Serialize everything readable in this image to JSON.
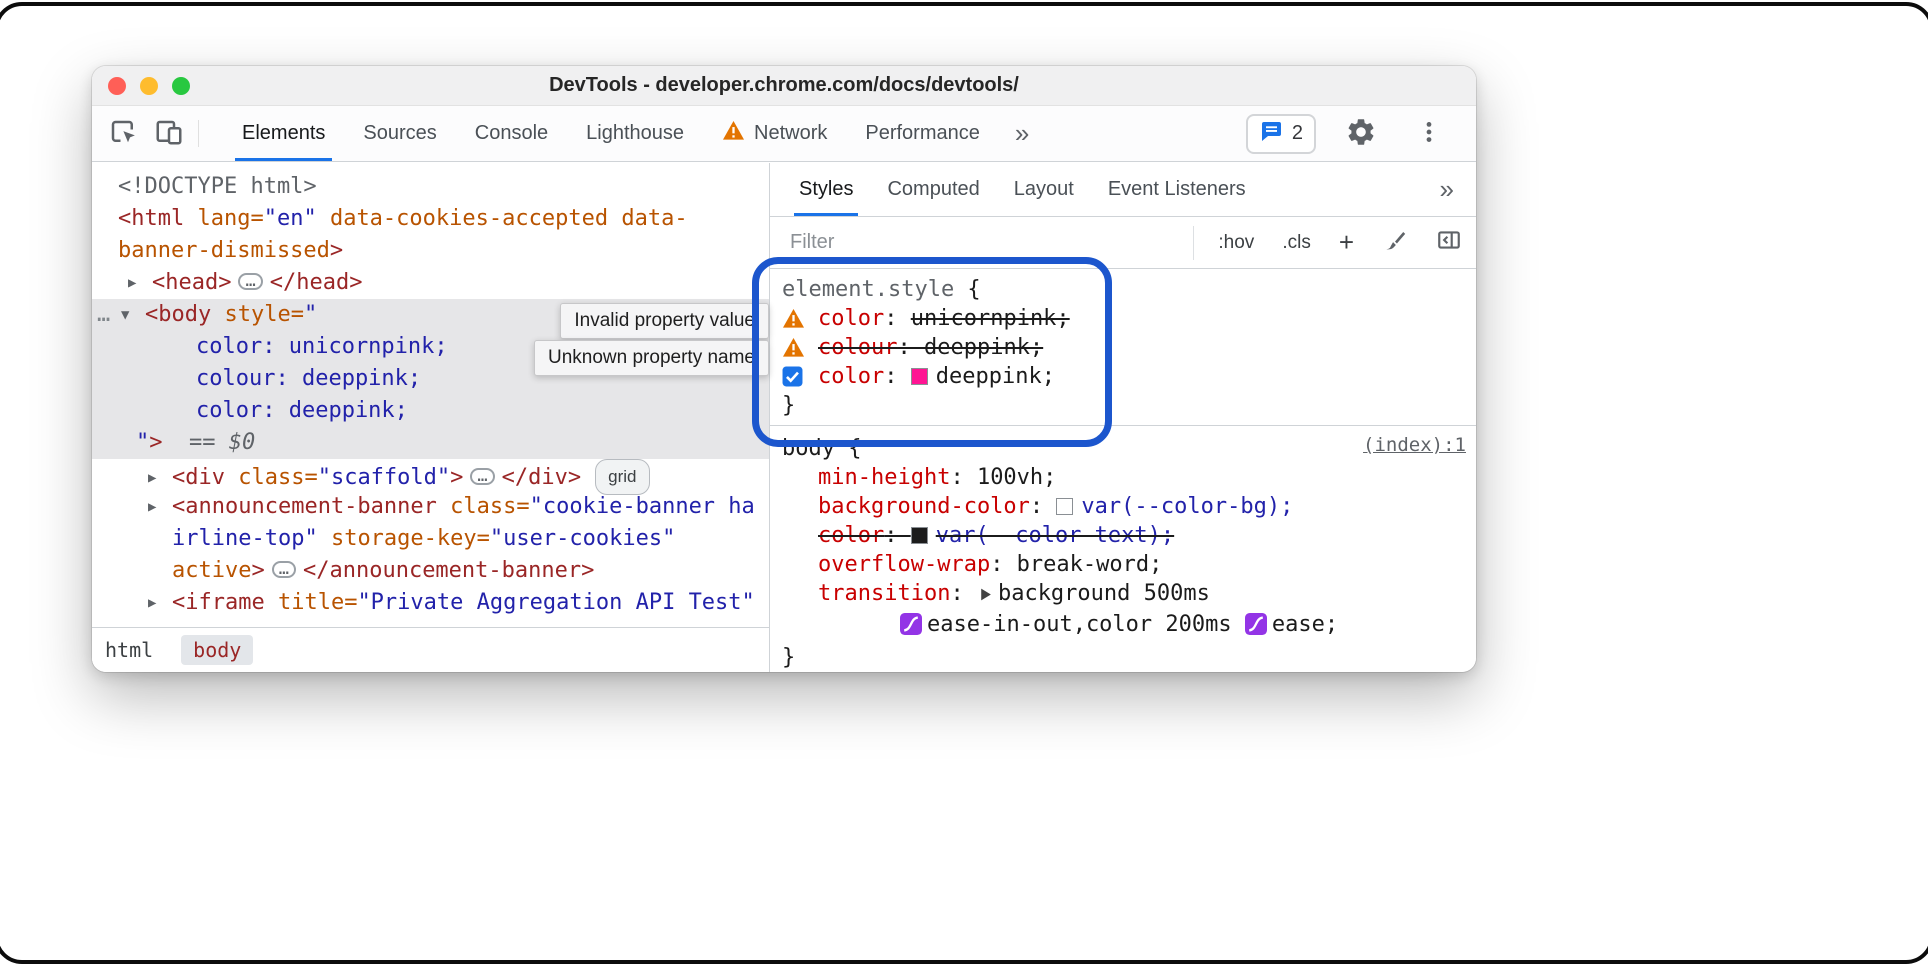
{
  "window": {
    "title": "DevTools - developer.chrome.com/docs/devtools/"
  },
  "toolbar": {
    "tabs": [
      {
        "label": "Elements",
        "selected": true
      },
      {
        "label": "Sources"
      },
      {
        "label": "Console"
      },
      {
        "label": "Lighthouse"
      },
      {
        "label": "Network",
        "warning": true
      },
      {
        "label": "Performance"
      }
    ],
    "more_tabs_label": "»",
    "console_badge_count": "2"
  },
  "elements_panel": {
    "tree_lines": [
      {
        "indent": 26,
        "segs": [
          [
            "g",
            "<!DOCTYPE html>"
          ]
        ]
      },
      {
        "indent": 26,
        "segs": [
          [
            "t",
            "<html"
          ],
          [
            "a",
            " lang="
          ],
          [
            "v",
            "\"en\""
          ],
          [
            "a",
            " data-cookies-accepted"
          ],
          [
            "a",
            " data-"
          ]
        ]
      },
      {
        "indent": 26,
        "segs": [
          [
            "a",
            "banner-dismissed"
          ],
          [
            "t",
            ">"
          ]
        ]
      },
      {
        "indent": 36,
        "arrow": "r",
        "segs": [
          [
            "t",
            "<head>"
          ],
          [
            "e",
            "…"
          ],
          [
            "t",
            "</head>"
          ]
        ]
      },
      {
        "indent": 29,
        "arrow": "d",
        "gutter": "…",
        "selected": true,
        "segs": [
          [
            "t",
            "<body"
          ],
          [
            "a",
            " style="
          ],
          [
            "v",
            "\""
          ]
        ]
      },
      {
        "indent": 104,
        "selected": true,
        "segs": [
          [
            "v",
            "color: unicornpink;"
          ]
        ]
      },
      {
        "indent": 104,
        "selected": true,
        "segs": [
          [
            "v",
            "colour: deeppink;"
          ]
        ]
      },
      {
        "indent": 104,
        "selected": true,
        "segs": [
          [
            "v",
            "color: deeppink;"
          ]
        ]
      },
      {
        "indent": 44,
        "selected": true,
        "segs": [
          [
            "v",
            "\""
          ],
          [
            "t",
            ">"
          ],
          [
            "i",
            "  == $0"
          ]
        ]
      },
      {
        "indent": 56,
        "arrow": "r",
        "segs": [
          [
            "t",
            "<div"
          ],
          [
            "a",
            " class="
          ],
          [
            "v",
            "\"scaffold\""
          ],
          [
            "t",
            ">"
          ],
          [
            "e",
            "…"
          ],
          [
            "t",
            "</div>"
          ],
          [
            "badge",
            "grid"
          ]
        ]
      },
      {
        "indent": 56,
        "arrow": "r",
        "segs": [
          [
            "t",
            "<announcement-banner"
          ],
          [
            "a",
            " class="
          ],
          [
            "v",
            "\"cookie-banner ha"
          ]
        ]
      },
      {
        "indent": 80,
        "segs": [
          [
            "v",
            "irline-top\""
          ],
          [
            "a",
            " storage-key="
          ],
          [
            "v",
            "\"user-cookies\""
          ]
        ]
      },
      {
        "indent": 80,
        "segs": [
          [
            "a",
            "active"
          ],
          [
            "t",
            ">"
          ],
          [
            "e",
            "…"
          ],
          [
            "t",
            "</announcement-banner>"
          ]
        ]
      },
      {
        "indent": 56,
        "arrow": "r",
        "segs": [
          [
            "t",
            "<iframe"
          ],
          [
            "a",
            " title="
          ],
          [
            "v",
            "\"Private Aggregation API Test\""
          ]
        ]
      }
    ],
    "breadcrumbs": [
      {
        "label": "html",
        "selected": false
      },
      {
        "label": "body",
        "selected": true
      }
    ]
  },
  "tooltips": [
    {
      "text": "Invalid property value"
    },
    {
      "text": "Unknown property name"
    }
  ],
  "styles_panel": {
    "tabs": [
      {
        "label": "Styles",
        "selected": true
      },
      {
        "label": "Computed"
      },
      {
        "label": "Layout"
      },
      {
        "label": "Event Listeners"
      }
    ],
    "more_tabs_label": "»",
    "filter_placeholder": "Filter",
    "pseudo_button": ":hov",
    "class_button": ".cls",
    "add_rule_button": "+",
    "sections": [
      {
        "header": [
          [
            "selg",
            "element.style"
          ],
          [
            "plain",
            " {"
          ]
        ],
        "lines": [
          {
            "icon": "warning",
            "segs": [
              [
                "prop",
                "color"
              ],
              [
                "plain",
                ": "
              ],
              [
                "strike",
                "unicornpink;"
              ]
            ]
          },
          {
            "icon": "warning",
            "strike": true,
            "segs": [
              [
                "prop",
                "colour"
              ],
              [
                "plain",
                ": deeppink;"
              ]
            ]
          },
          {
            "icon": "checkbox",
            "segs": [
              [
                "prop",
                "color"
              ],
              [
                "plain",
                ": "
              ],
              [
                "swatch",
                "#ff1493"
              ],
              [
                "plain",
                "deeppink;"
              ]
            ]
          }
        ],
        "close": "}"
      },
      {
        "header": [
          [
            "plain",
            "body {"
          ]
        ],
        "link": "(index):1",
        "lines": [
          {
            "segs": [
              [
                "prop",
                "min-height"
              ],
              [
                "plain",
                ": 100vh;"
              ]
            ]
          },
          {
            "segs": [
              [
                "prop",
                "background-color"
              ],
              [
                "plain",
                ": "
              ],
              [
                "swatch",
                "#ffffff"
              ],
              [
                "varv",
                "var(--color-bg);"
              ]
            ]
          },
          {
            "strike": true,
            "segs": [
              [
                "prop",
                "color"
              ],
              [
                "plain",
                ": "
              ],
              [
                "swatch",
                "#1c1c1c"
              ],
              [
                "varv",
                "var(--color-text);"
              ]
            ]
          },
          {
            "segs": [
              [
                "prop",
                "overflow-wrap"
              ],
              [
                "plain",
                ": break-word;"
              ]
            ]
          },
          {
            "segs": [
              [
                "prop",
                "transition"
              ],
              [
                "plain",
                ": "
              ],
              [
                "tri",
                ""
              ],
              [
                "plain",
                "background 500ms"
              ]
            ]
          },
          {
            "indent": 130,
            "segs": [
              [
                "bezier",
                ""
              ],
              [
                "plain",
                "ease-in-out,color 200ms "
              ],
              [
                "bezier",
                ""
              ],
              [
                "plain",
                "ease;"
              ]
            ]
          }
        ],
        "close": "}"
      }
    ]
  },
  "colors": {
    "accent_blue": "#1a73e8",
    "annotation_blue": "#1c56cd",
    "deeppink_swatch": "#ff1493",
    "warning_orange": "#e37400",
    "bezier_purple": "#9334e6"
  }
}
